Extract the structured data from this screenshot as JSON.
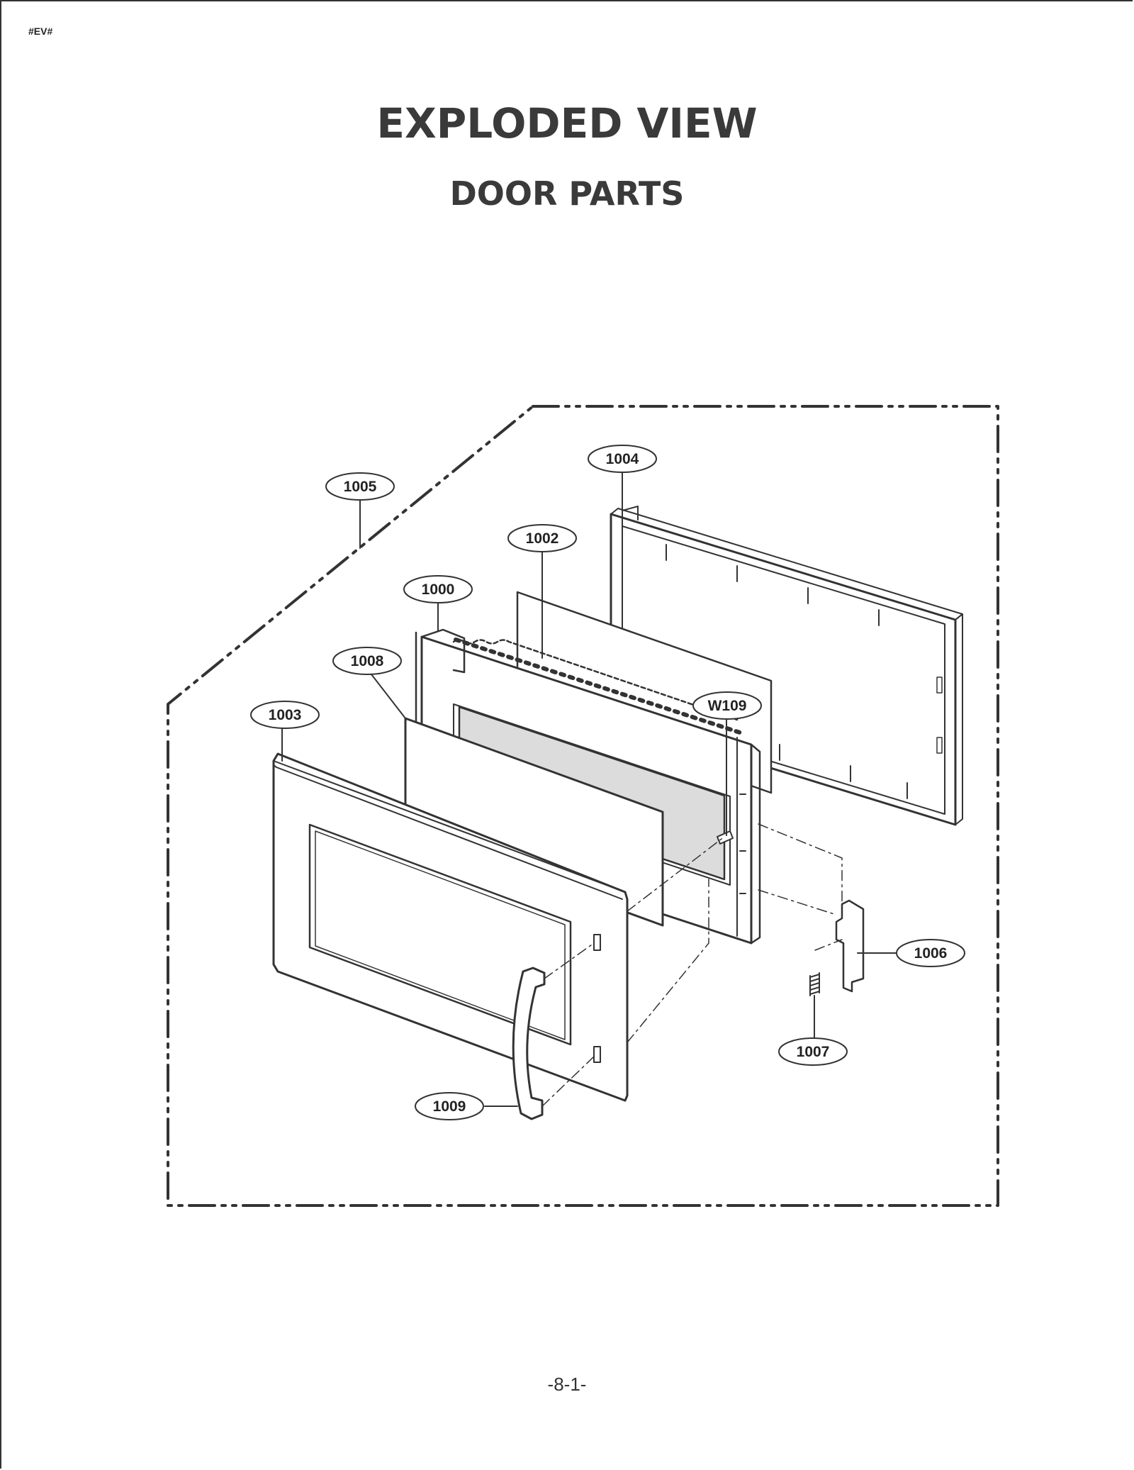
{
  "page": {
    "header_code": "#EV#",
    "title": "EXPLODED VIEW",
    "subtitle": "DOOR PARTS",
    "page_number": "-8-1-"
  },
  "callouts": {
    "p1000": "1000",
    "p1002": "1002",
    "p1003": "1003",
    "p1004": "1004",
    "p1005": "1005",
    "p1006": "1006",
    "p1007": "1007",
    "p1008": "1008",
    "p1009": "1009",
    "pW109": "W109"
  },
  "colors": {
    "line": "#333333",
    "window_fill": "#dcdcdc"
  }
}
